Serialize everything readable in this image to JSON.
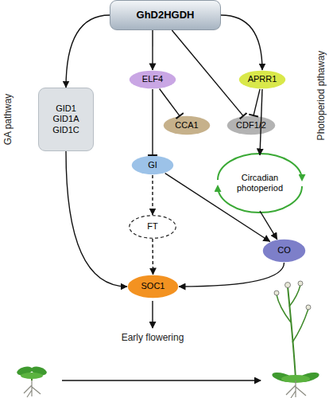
{
  "diagram": {
    "nodes": [
      {
        "text": [
          "GhD2HGDH"
        ]
      },
      {
        "text": [
          "ELF4"
        ]
      },
      {
        "text": [
          "APRR1"
        ]
      },
      {
        "text": [
          "GID1 GID1A GID1C"
        ]
      },
      {
        "text": [
          "CCA1"
        ]
      },
      {
        "text": [
          "CDF1/2"
        ]
      },
      {
        "text": [
          "GI"
        ]
      },
      {
        "text": [
          "Circadian photoperiod"
        ]
      },
      {
        "text": [
          "FT"
        ]
      },
      {
        "text": [
          "CO"
        ]
      },
      {
        "text": [
          "SOC1"
        ]
      }
    ],
    "edges": [
      {
        "from": 0,
        "to": 3,
        "arrow": "to"
      },
      {
        "from": 0,
        "to": 1,
        "arrow": "to"
      },
      {
        "from": 0,
        "to": 5,
        "arrow": "to"
      },
      {
        "from": 0,
        "to": 2,
        "arrow": "to"
      },
      {
        "from": 1,
        "to": 4,
        "arrow": "to"
      },
      {
        "from": 1,
        "to": 6,
        "arrow": "to"
      },
      {
        "from": 2,
        "to": 5,
        "arrow": "to"
      },
      {
        "from": 2,
        "to": 7,
        "arrow": "to"
      },
      {
        "from": 6,
        "to": 8,
        "arrow": "to"
      },
      {
        "from": 6,
        "to": 9,
        "arrow": "to"
      },
      {
        "from": 8,
        "to": 10,
        "arrow": "to"
      },
      {
        "from": 7,
        "to": 9,
        "arrow": "to"
      },
      {
        "from": 3,
        "to": 10,
        "arrow": "to"
      },
      {
        "from": 9,
        "to": 10,
        "arrow": "to"
      }
    ],
    "labels": [
      "GA pathway",
      "Photoperiod pthaway",
      "Early flowering"
    ]
  }
}
